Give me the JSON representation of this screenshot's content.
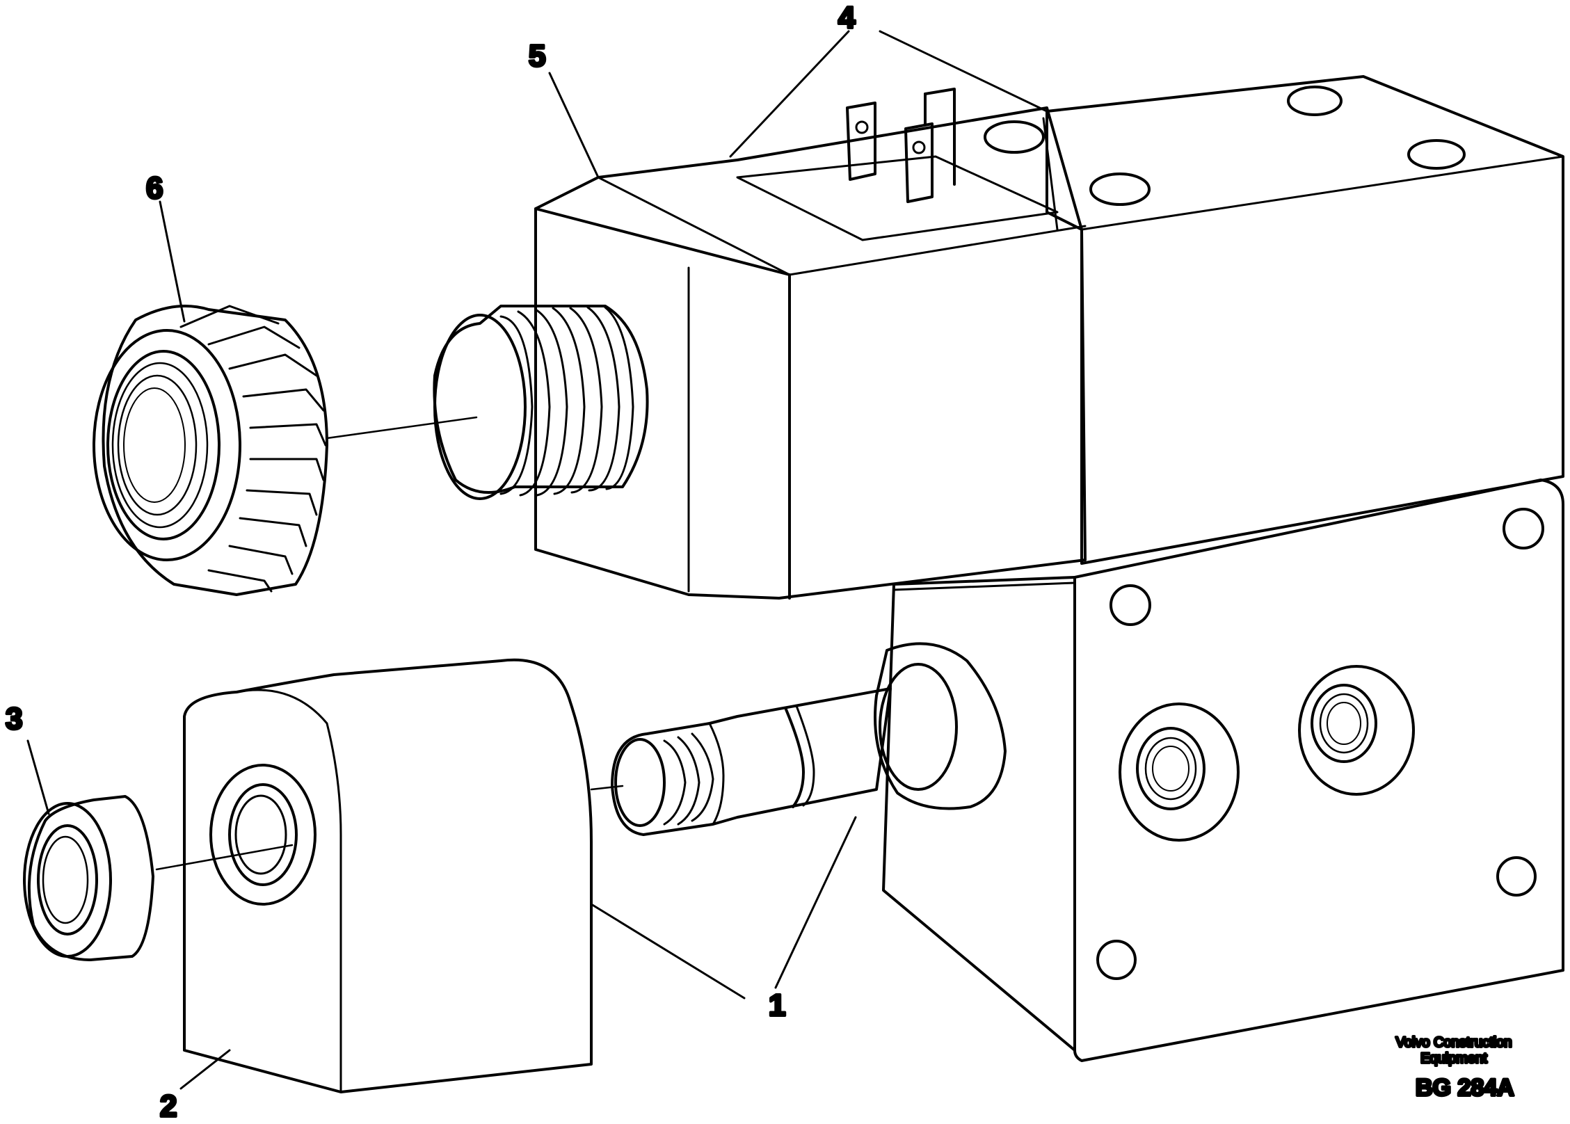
{
  "callouts": [
    "1",
    "2",
    "3",
    "4",
    "5",
    "6"
  ],
  "credit": {
    "line1": "Volvo Construction",
    "line2": "Equipment"
  },
  "figure_code": "BG 284A",
  "parts": [
    "valve-block",
    "solenoid-coil-housing",
    "connector-pins",
    "threaded-sleeve",
    "knurled-nut",
    "coil",
    "valve-stem",
    "hex-nut"
  ]
}
